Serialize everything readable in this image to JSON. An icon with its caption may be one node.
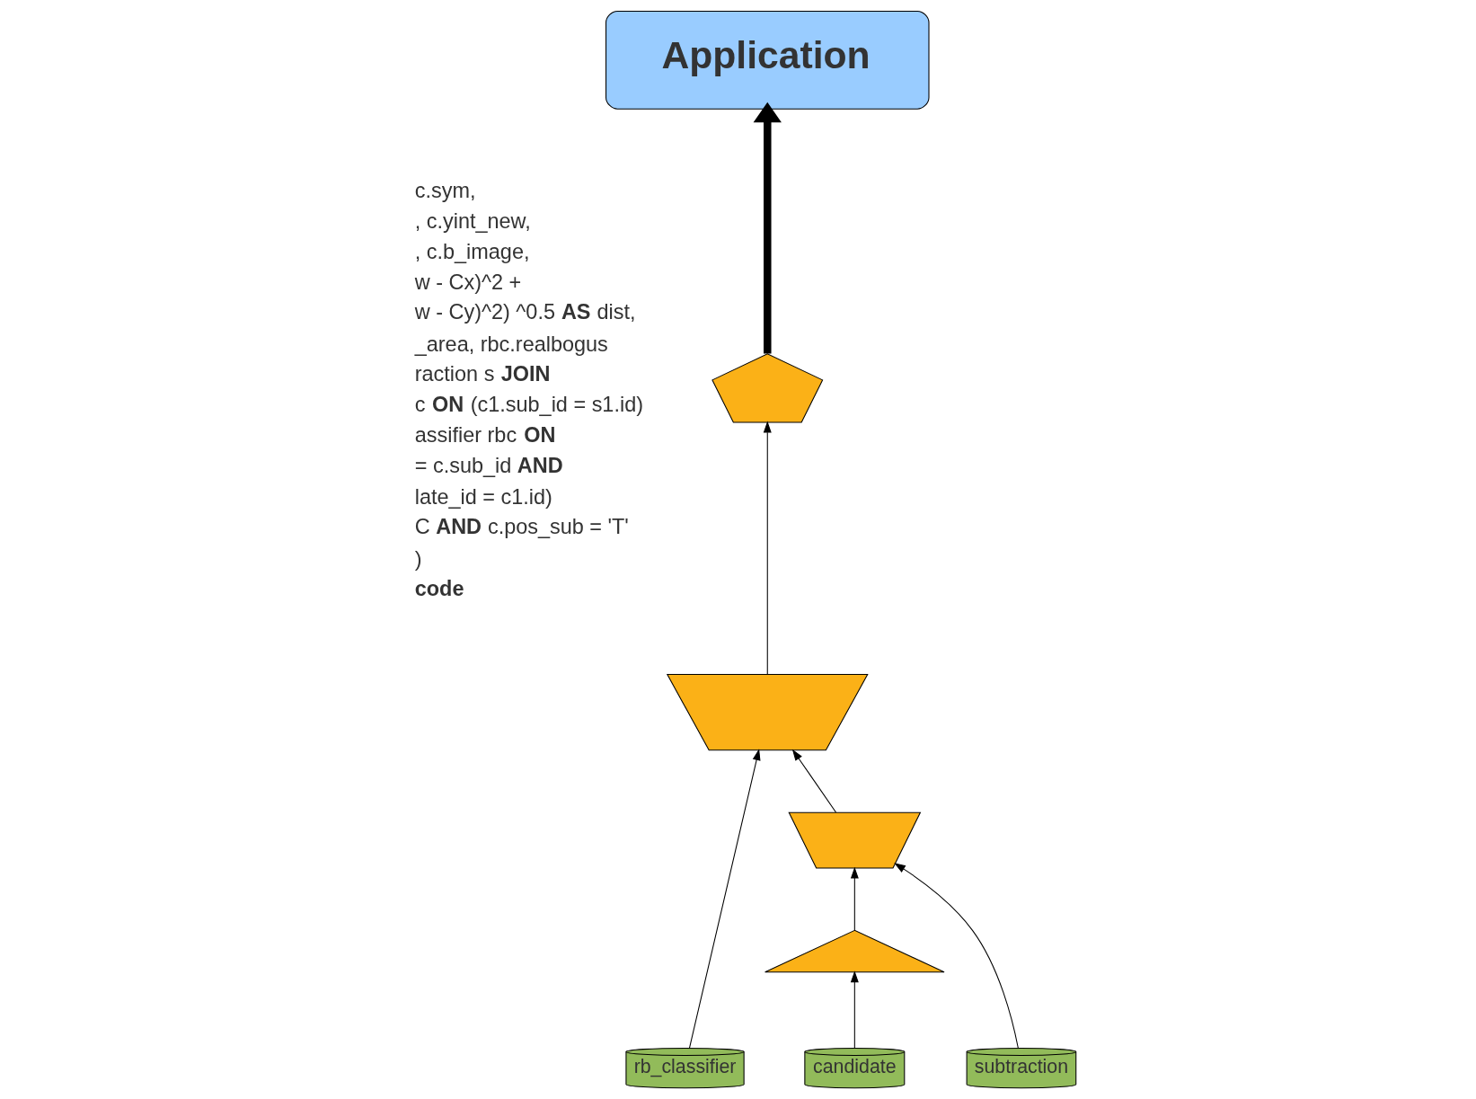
{
  "diagram": {
    "nodes": [
      {
        "text": [
          "Application"
        ]
      },
      {
        "text": [],
        "shape": "pentagon"
      },
      {
        "text": [],
        "shape": "trapezoid"
      },
      {
        "text": [],
        "shape": "trapezoid"
      },
      {
        "text": [],
        "shape": "triangle"
      },
      {
        "text": [
          "rb_classifier"
        ]
      },
      {
        "text": [
          "candidate"
        ]
      },
      {
        "text": [
          "subtraction"
        ]
      }
    ],
    "edges": [
      {
        "from": 1,
        "to": 0,
        "arrow": "to",
        "style": "thick"
      },
      {
        "from": 2,
        "to": 1,
        "arrow": "to"
      },
      {
        "from": 5,
        "to": 2,
        "arrow": "to"
      },
      {
        "from": 3,
        "to": 2,
        "arrow": "to"
      },
      {
        "from": 4,
        "to": 3,
        "arrow": "to"
      },
      {
        "from": 6,
        "to": 4,
        "arrow": "to"
      },
      {
        "from": 7,
        "to": 3,
        "arrow": "to"
      }
    ],
    "labels": [
      "c.sym,",
      ", c.yint_new,",
      ", c.b_image,",
      "w - Cx)^2 +",
      "w - Cy)^2) ^0.5 **AS** dist,",
      "_area, rbc.realbogus",
      "raction s **JOIN**",
      "c **ON** (c1.sub_id = s1.id)",
      "assifier rbc **ON**",
      "= c.sub_id **AND**",
      "late_id = c1.id)",
      "C **AND** c.pos_sub = 'T'",
      ")",
      "**code**"
    ]
  }
}
